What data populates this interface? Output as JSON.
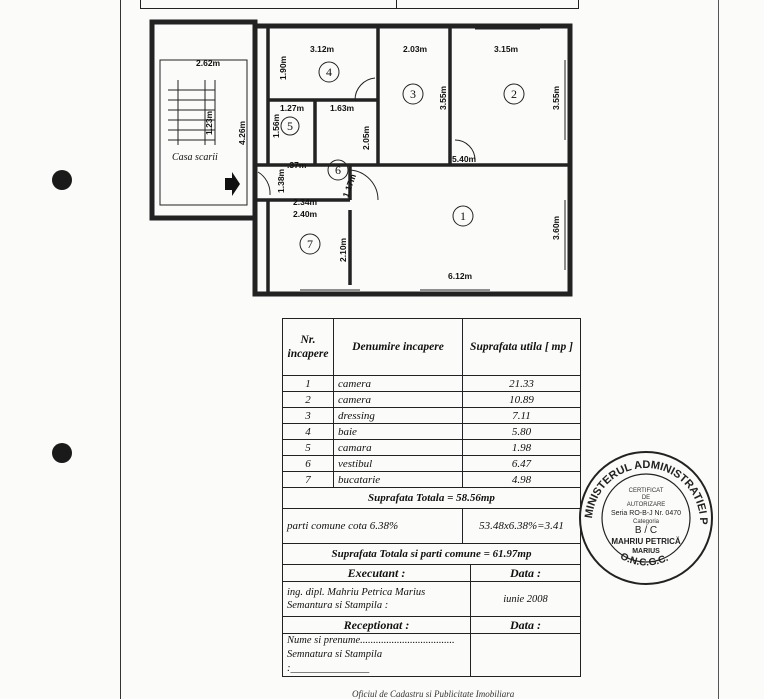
{
  "plan": {
    "staircase_label": "Casa scarii",
    "dimensions": {
      "d_262": "2.62m",
      "d_123": "1.23m",
      "d_426": "4.26m",
      "d_312": "3.12m",
      "d_190": "1.90m",
      "d_203": "2.03m",
      "d_315": "3.15m",
      "d_355a": "3.55m",
      "d_355b": "3.55m",
      "d_127": "1.27m",
      "d_163": "1.63m",
      "d_156": "1.56m",
      "d_037": ".37m",
      "d_205": "2.05m",
      "d_540": "5.40m",
      "d_138": "1.38m",
      "d_117": "1.17m",
      "d_234": "2.34m",
      "d_240": "2.40m",
      "d_360": "3.60m",
      "d_210": "2.10m",
      "d_612": "6.12m"
    },
    "room_numbers": [
      "1",
      "2",
      "3",
      "4",
      "5",
      "6",
      "7"
    ]
  },
  "table": {
    "header": {
      "nr": "Nr. incapere",
      "name": "Denumire incapere",
      "area": "Suprafata utila [ mp ]"
    },
    "rows": [
      {
        "nr": "1",
        "name": "camera",
        "area": "21.33"
      },
      {
        "nr": "2",
        "name": "camera",
        "area": "10.89"
      },
      {
        "nr": "3",
        "name": "dressing",
        "area": "7.11"
      },
      {
        "nr": "4",
        "name": "baie",
        "area": "5.80"
      },
      {
        "nr": "5",
        "name": "camara",
        "area": "1.98"
      },
      {
        "nr": "6",
        "name": "vestibul",
        "area": "6.47"
      },
      {
        "nr": "7",
        "name": "bucatarie",
        "area": "4.98"
      }
    ],
    "total": "Suprafata Totala = 58.56mp",
    "common_label": "parti comune cota 6.38%",
    "common_calc": "53.48x6.38%=3.41",
    "grand_total": "Suprafata Totala  si parti comune = 61.97mp",
    "executant_label": "Executant :",
    "data_label": "Data :",
    "executant_name": "ing. dipl. Mahriu Petrica Marius",
    "signature_label": "Semantura si Stampila :",
    "executant_date": "iunie 2008",
    "receptionat_label": "Receptionat :",
    "data_label_2": "Data :",
    "name_label": "Nume si prenume",
    "name_dots": "....................................",
    "signature_label_2": "Semnatura si Stampila :",
    "signature_line": "_______________"
  },
  "stamp": {
    "outer_text": "MINISTERUL ADMINISTRATIEI PUBLICE",
    "bottom_text": "O.N.C.G.C.",
    "line1": "CERTIFICAT",
    "line2": "DE",
    "line3": "AUTORIZARE",
    "line4": "Seria RO-B-J Nr. 0470",
    "line5": "Categoria",
    "line6": "B / C",
    "line7": "MAHRIU PETRICĂ",
    "line8": "MARIUS"
  },
  "footer_note": "Oficiul de Cadastru si Publicitate Imobiliara"
}
